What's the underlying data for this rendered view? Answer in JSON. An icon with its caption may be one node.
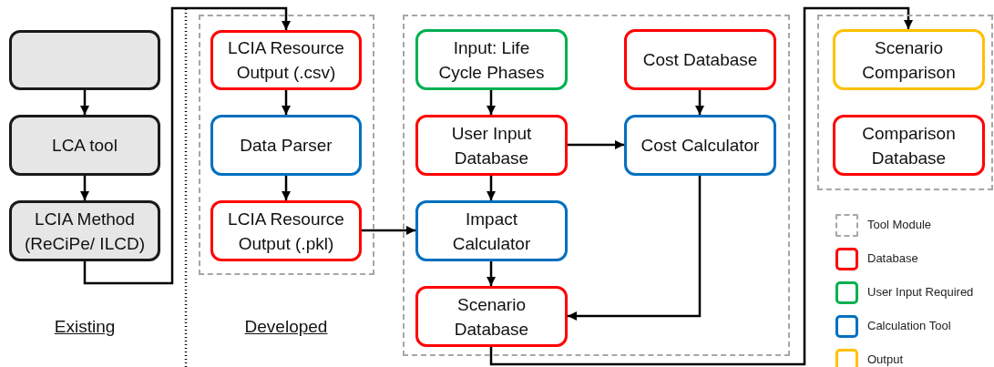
{
  "diagram": {
    "nodes": [
      {
        "text": [],
        "shape": "box"
      },
      {
        "text": [
          "LCA tool"
        ]
      },
      {
        "text": [
          "LCIA Method (ReCiPe/ ILCD)"
        ]
      },
      {
        "text": [],
        "shape": "box"
      },
      {
        "text": [
          "LCIA Resource Output (.csv)"
        ],
        "in": 3
      },
      {
        "text": [
          "Data Parser"
        ],
        "in": 3
      },
      {
        "text": [
          "LCIA Resource Output (.pkl)"
        ],
        "in": 3
      },
      {
        "text": [],
        "shape": "box"
      },
      {
        "text": [
          "Input: Life Cycle Phases"
        ],
        "in": 7
      },
      {
        "text": [
          "Cost Database"
        ],
        "in": 7
      },
      {
        "text": [
          "User Input Database"
        ],
        "in": 7
      },
      {
        "text": [
          "Cost Calculator"
        ],
        "in": 7
      },
      {
        "text": [
          "Impact Calculator"
        ],
        "in": 7
      },
      {
        "text": [
          "Scenario Database"
        ],
        "in": 7
      },
      {
        "text": [],
        "shape": "box"
      },
      {
        "text": [
          "Scenario Comparison"
        ],
        "in": 14
      },
      {
        "text": [
          "Comparison Database"
        ],
        "in": 14
      }
    ],
    "edges": [
      {
        "from": 0,
        "to": 1,
        "arrow": "to"
      },
      {
        "from": 1,
        "to": 2,
        "arrow": "to"
      },
      {
        "from": 2,
        "to": 4,
        "arrow": "to"
      },
      {
        "from": 4,
        "to": 5,
        "arrow": "to"
      },
      {
        "from": 5,
        "to": 6,
        "arrow": "to"
      },
      {
        "from": 6,
        "to": 12,
        "arrow": "to"
      },
      {
        "from": 8,
        "to": 10,
        "arrow": "to"
      },
      {
        "from": 9,
        "to": 11,
        "arrow": "to"
      },
      {
        "from": 10,
        "to": 11,
        "arrow": "to"
      },
      {
        "from": 10,
        "to": 12,
        "arrow": "to"
      },
      {
        "from": 12,
        "to": 13,
        "arrow": "to"
      },
      {
        "from": 11,
        "to": 13,
        "arrow": "to"
      },
      {
        "from": 13,
        "to": 15,
        "arrow": "to"
      }
    ],
    "labels": [
      "Existing",
      "Developed"
    ],
    "legend": [
      {
        "text": "Tool Module"
      },
      {
        "text": "Database",
        "color": "#ff0000"
      },
      {
        "text": "User Input Required",
        "color": "#00b050"
      },
      {
        "text": "Calculation Tool",
        "color": "#0070c0"
      },
      {
        "text": "Output",
        "color": "#ffc000"
      }
    ]
  }
}
